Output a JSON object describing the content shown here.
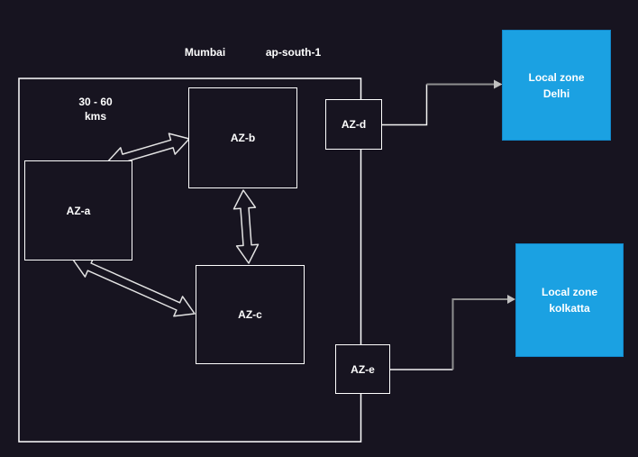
{
  "header": {
    "city_label": "Mumbai",
    "region_label": "ap-south-1"
  },
  "distance_note": {
    "line1": "30 - 60",
    "line2": "kms"
  },
  "nodes": {
    "az_a": {
      "label": "AZ-a"
    },
    "az_b": {
      "label": "AZ-b"
    },
    "az_c": {
      "label": "AZ-c"
    },
    "az_d": {
      "label": "AZ-d"
    },
    "az_e": {
      "label": "AZ-e"
    },
    "local_zone_delhi": {
      "label_line1": "Local zone",
      "label_line2": "Delhi"
    },
    "local_zone_kolkatta": {
      "label_line1": "Local zone",
      "label_line2": "kolkatta"
    }
  },
  "connections": [
    {
      "from": "AZ-a",
      "to": "AZ-b",
      "type": "bidirectional"
    },
    {
      "from": "AZ-b",
      "to": "AZ-c",
      "type": "bidirectional"
    },
    {
      "from": "AZ-a",
      "to": "AZ-c",
      "type": "bidirectional"
    },
    {
      "from": "AZ-d",
      "to": "Local zone Delhi",
      "type": "directed"
    },
    {
      "from": "AZ-e",
      "to": "Local zone kolkatta",
      "type": "directed"
    }
  ],
  "colors": {
    "background": "#171420",
    "box_stroke": "#ffffff",
    "label_text": "#ffffff",
    "local_zone_fill": "#1ba1e2",
    "local_zone_border": "#1287c9",
    "double_arrow_stroke": "#e3e3e3",
    "connector_white": "#f2f2f2",
    "connector_gray": "#8f8f8f",
    "arrowhead": "#c0c0c0"
  }
}
